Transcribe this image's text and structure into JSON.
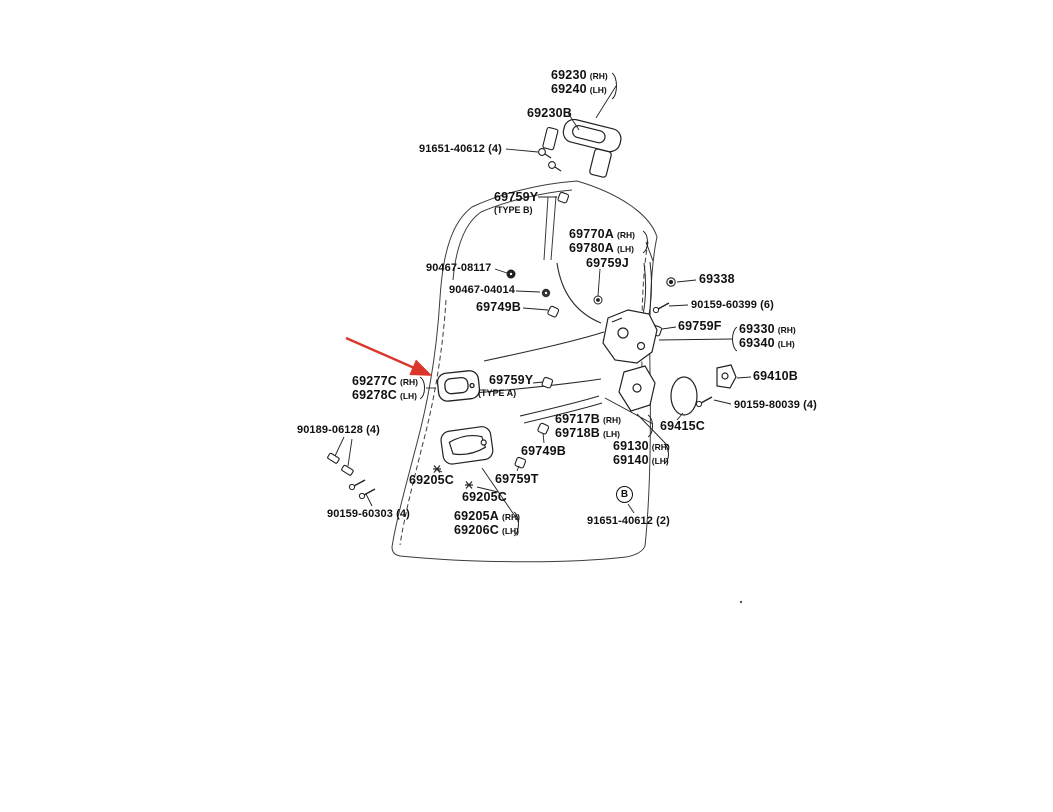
{
  "diagram": {
    "arrow_color": "#da372a",
    "fastener_marker": "B",
    "labels": {
      "p69230": {
        "n1": "69230",
        "s1": "(RH)",
        "n2": "69240",
        "s2": "(LH)"
      },
      "p69230B": {
        "n1": "69230B"
      },
      "p91651_4": {
        "n1": "91651-40612 (4)"
      },
      "p69759Y_B": {
        "n1": "69759Y",
        "t": "(TYPE B)"
      },
      "p69770A": {
        "n1": "69770A",
        "s1": "(RH)",
        "n2": "69780A",
        "s2": "(LH)"
      },
      "p69759J": {
        "n1": "69759J"
      },
      "p90467_08117": {
        "n1": "90467-08117"
      },
      "p90467_04014": {
        "n1": "90467-04014"
      },
      "p69338": {
        "n1": "69338"
      },
      "p69749B_u": {
        "n1": "69749B"
      },
      "p90159_60399": {
        "n1": "90159-60399 (6)"
      },
      "p69759F": {
        "n1": "69759F"
      },
      "p69330": {
        "n1": "69330",
        "s1": "(RH)",
        "n2": "69340",
        "s2": "(LH)"
      },
      "p69277C": {
        "n1": "69277C",
        "s1": "(RH)",
        "n2": "69278C",
        "s2": "(LH)"
      },
      "p69759Y_A": {
        "n1": "69759Y",
        "t": "(TYPE A)"
      },
      "p69410B": {
        "n1": "69410B"
      },
      "p90159_80039": {
        "n1": "90159-80039 (4)"
      },
      "p90189_06128": {
        "n1": "90189-06128 (4)"
      },
      "p69717B": {
        "n1": "69717B",
        "s1": "(RH)",
        "n2": "69718B",
        "s2": "(LH)"
      },
      "p69415C": {
        "n1": "69415C"
      },
      "p69749B_l": {
        "n1": "69749B"
      },
      "p69130": {
        "n1": "69130",
        "s1": "(RH)",
        "n2": "69140",
        "s2": "(LH)"
      },
      "p69205C_a": {
        "n1": "69205C"
      },
      "p69759T": {
        "n1": "69759T"
      },
      "p69205C_b": {
        "n1": "69205C"
      },
      "p90159_60303": {
        "n1": "90159-60303 (4)"
      },
      "p69205A": {
        "n1": "69205A",
        "s1": "(RH)",
        "n2": "69206C",
        "s2": "(LH)"
      },
      "p91651_2": {
        "n1": "91651-40612 (2)"
      }
    }
  }
}
